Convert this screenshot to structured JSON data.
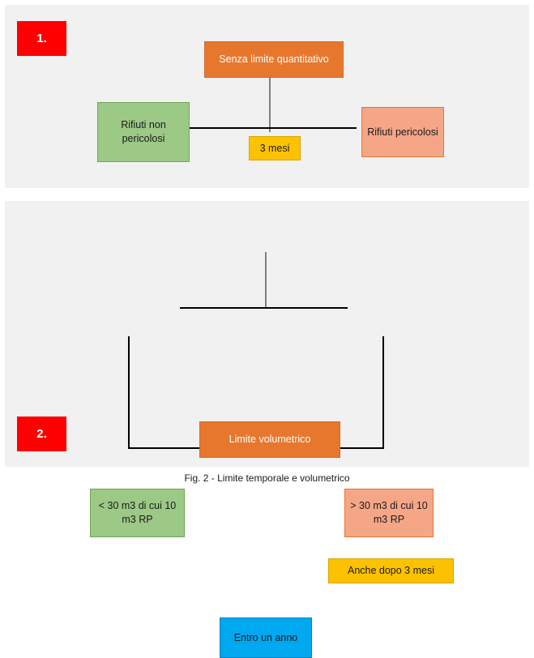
{
  "figure": {
    "caption": "Fig. 2 - Limite temporale e volumetrico",
    "background": "#ffffff",
    "panel_background": "#f1f1f1"
  },
  "colors": {
    "badge_red": "#ff0000",
    "orange": "#e8772e",
    "green": "#9cc985",
    "salmon": "#f5a687",
    "yellow": "#fcc200",
    "blue": "#00a8ef",
    "connector_black": "#000000",
    "connector_gray": "#808080"
  },
  "panels": [
    {
      "badge": "1.",
      "nodes": {
        "top": "Senza limite quantitativo",
        "left": "Rifiuti non pericolosi",
        "right": "Rifiuti pericolosi",
        "middle": "3 mesi"
      }
    },
    {
      "badge": "2.",
      "nodes": {
        "top": "Limite volumetrico",
        "left": "< 30 m3 di cui 10 m3 RP",
        "right": "> 30 m3 di cui 10 m3 RP",
        "yellow": "Anche dopo 3 mesi",
        "blue": "Entro un anno"
      }
    }
  ]
}
